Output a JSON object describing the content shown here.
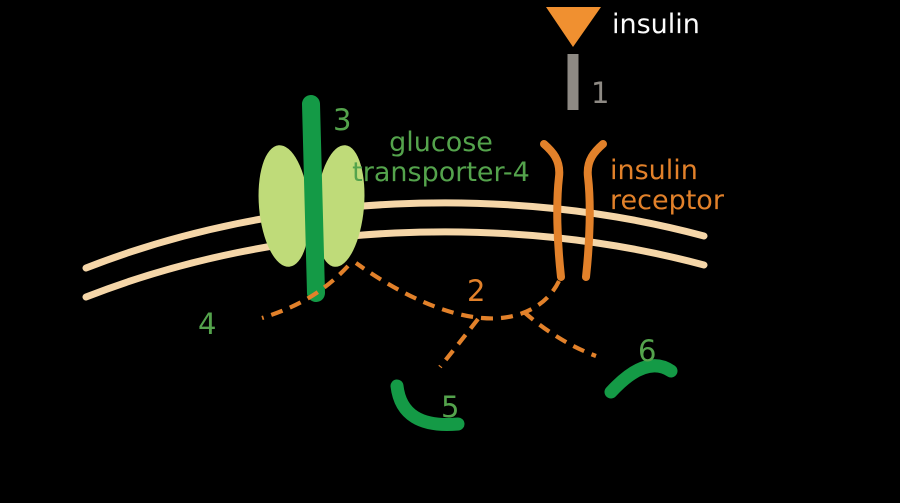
{
  "diagram": {
    "background_color": "#000000",
    "labels": {
      "insulin": "insulin",
      "receptor_line1": "insulin",
      "receptor_line2": "receptor",
      "transporter_line1": "glucose",
      "transporter_line2": "transporter-4"
    },
    "steps": {
      "step1": "1",
      "step2": "2",
      "step3": "3",
      "step4": "4",
      "step5": "5",
      "step6": "6"
    },
    "colors": {
      "orange": "#e2812a",
      "bright_orange": "#f09030",
      "gray": "#8e8a84",
      "text_green": "#54a34c",
      "dark_green": "#149a46",
      "light_green": "#bfdb79",
      "membrane_tan": "#f5d6a8",
      "white": "#fbfbfb"
    }
  }
}
